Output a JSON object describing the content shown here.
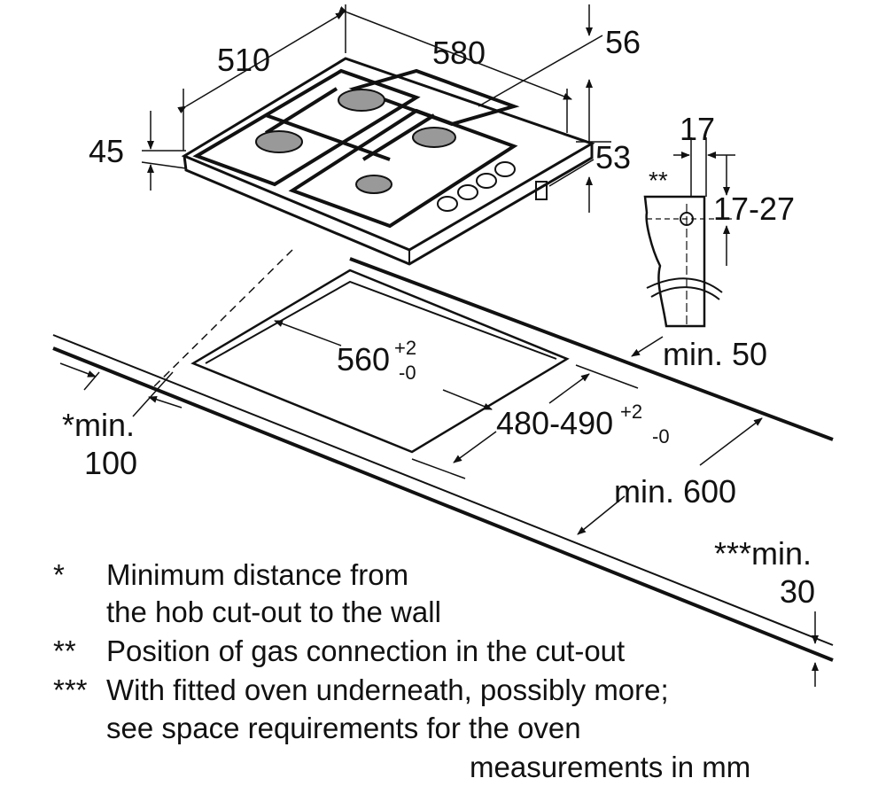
{
  "dimensions": {
    "width_510": "510",
    "depth_580": "580",
    "d56": "56",
    "d45": "45",
    "d53": "53",
    "d17": "17",
    "gas_mark": "**",
    "d17_27": "17-27",
    "cutout_width": "560",
    "cutout_width_tol_plus": "+2",
    "cutout_width_tol_minus": "-0",
    "cutout_depth": "480-490",
    "cutout_depth_tol_plus": "+2",
    "cutout_depth_tol_minus": "-0",
    "min50": "min. 50",
    "min100_line1": "*min.",
    "min100_line2": "100",
    "min600": "min. 600",
    "min30_line1": "***min.",
    "min30_line2": "30"
  },
  "legend": [
    {
      "mark": "*",
      "lines": [
        "Minimum distance from",
        "the hob cut-out to the wall"
      ]
    },
    {
      "mark": "**",
      "lines": [
        "Position of gas connection in the cut-out"
      ]
    },
    {
      "mark": "***",
      "lines": [
        "With fitted oven underneath, possibly more;",
        "see space requirements for the oven"
      ]
    }
  ],
  "units_note": "measurements in mm"
}
